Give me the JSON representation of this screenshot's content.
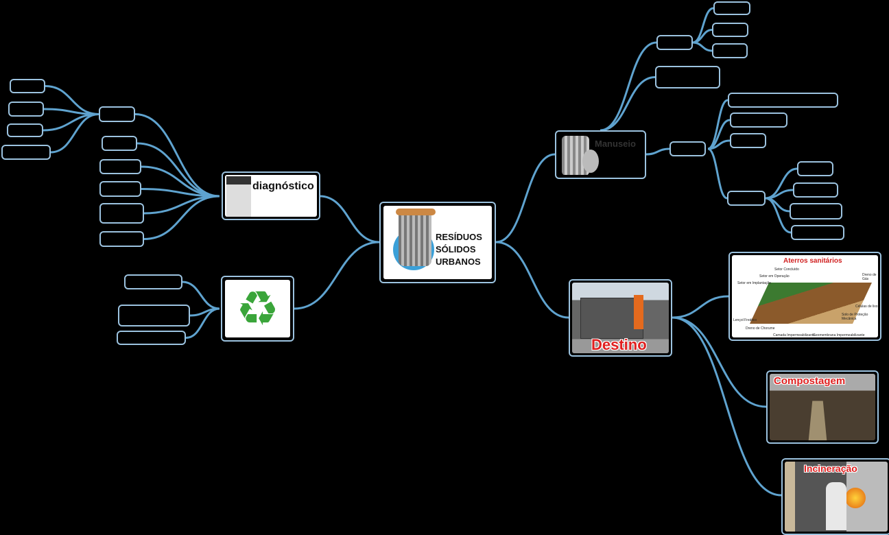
{
  "central": {
    "line1": "RESÍDUOS",
    "line2": "SÓLIDOS",
    "line3": "URBANOS"
  },
  "branches": {
    "diagnostico": "diagnóstico",
    "manuseio": "Manuseio",
    "destino": "Destino",
    "aterros": {
      "title": "Aterros sanitários",
      "labels": [
        "Setor Concluído",
        "Setor em Operação",
        "Setor em Implantação",
        "Lençol Freático",
        "Dreno de Chorume",
        "Camada Impermeabilizante",
        "Geomembrana Impermeabilizante",
        "Solo de Proteção Mecânica",
        "Células de lixo",
        "Dreno de Gás"
      ]
    },
    "compostagem": "Compostagem",
    "incineracao": "Incineração"
  },
  "colors": {
    "connector": "#5fa3cf",
    "border": "#9cc3e0",
    "accent_red": "#e02020"
  }
}
